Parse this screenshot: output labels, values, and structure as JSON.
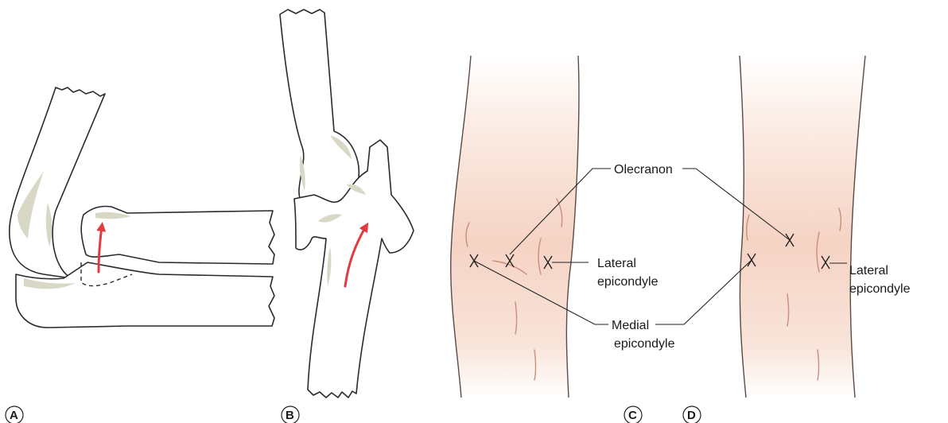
{
  "panels": {
    "a": "A",
    "b": "B",
    "c": "C",
    "d": "D"
  },
  "labels": {
    "olecranon": "Olecranon",
    "lateral_c_line1": "Lateral",
    "lateral_c_line2": "epicondyle",
    "medial_line1": "Medial",
    "medial_line2": "epicondyle",
    "lateral_d_line1": "Lateral",
    "lateral_d_line2": "epicondyle"
  },
  "colors": {
    "arrow": "#e23a3f",
    "skin_tint": "#f6d6c9",
    "bone_shade": "#d9d7c6"
  }
}
